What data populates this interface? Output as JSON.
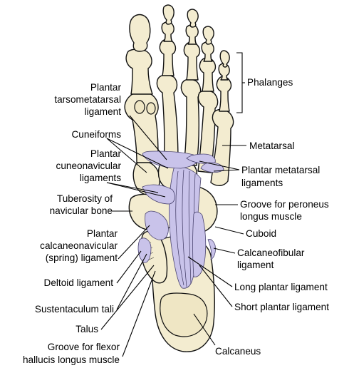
{
  "labels": {
    "phalanges": "Phalanges",
    "plantar_tarsometatarsal_1": "Plantar",
    "plantar_tarsometatarsal_2": "tarsometatarsal",
    "plantar_tarsometatarsal_3": "ligament",
    "metatarsal": "Metatarsal",
    "cuneiforms": "Cuneiforms",
    "plantar_cuneonavicular_1": "Plantar",
    "plantar_cuneonavicular_2": "cuneonavicular",
    "plantar_cuneonavicular_3": "ligaments",
    "plantar_metatarsal_1": "Plantar metatarsal",
    "plantar_metatarsal_2": "ligaments",
    "tuberosity_1": "Tuberosity of",
    "tuberosity_2": "navicular bone",
    "groove_peroneus_1": "Groove for peroneus",
    "groove_peroneus_2": "longus muscle",
    "plantar_calcaneonavicular_1": "Plantar",
    "plantar_calcaneonavicular_2": "calcaneonavicular",
    "plantar_calcaneonavicular_3": "(spring) ligament",
    "cuboid": "Cuboid",
    "calcaneofibular_1": "Calcaneofibular",
    "calcaneofibular_2": "ligament",
    "deltoid": "Deltoid ligament",
    "long_plantar": "Long plantar ligament",
    "sustentaculum": "Sustentaculum tali",
    "short_plantar": "Short plantar ligament",
    "talus": "Talus",
    "groove_flexor_1": "Groove for flexor",
    "groove_flexor_2": "hallucis longus muscle",
    "calcaneus": "Calcaneus"
  },
  "colors": {
    "bone_fill": "#f3ecd0",
    "ligament_fill": "#c9c3ea",
    "outline": "#111111"
  }
}
